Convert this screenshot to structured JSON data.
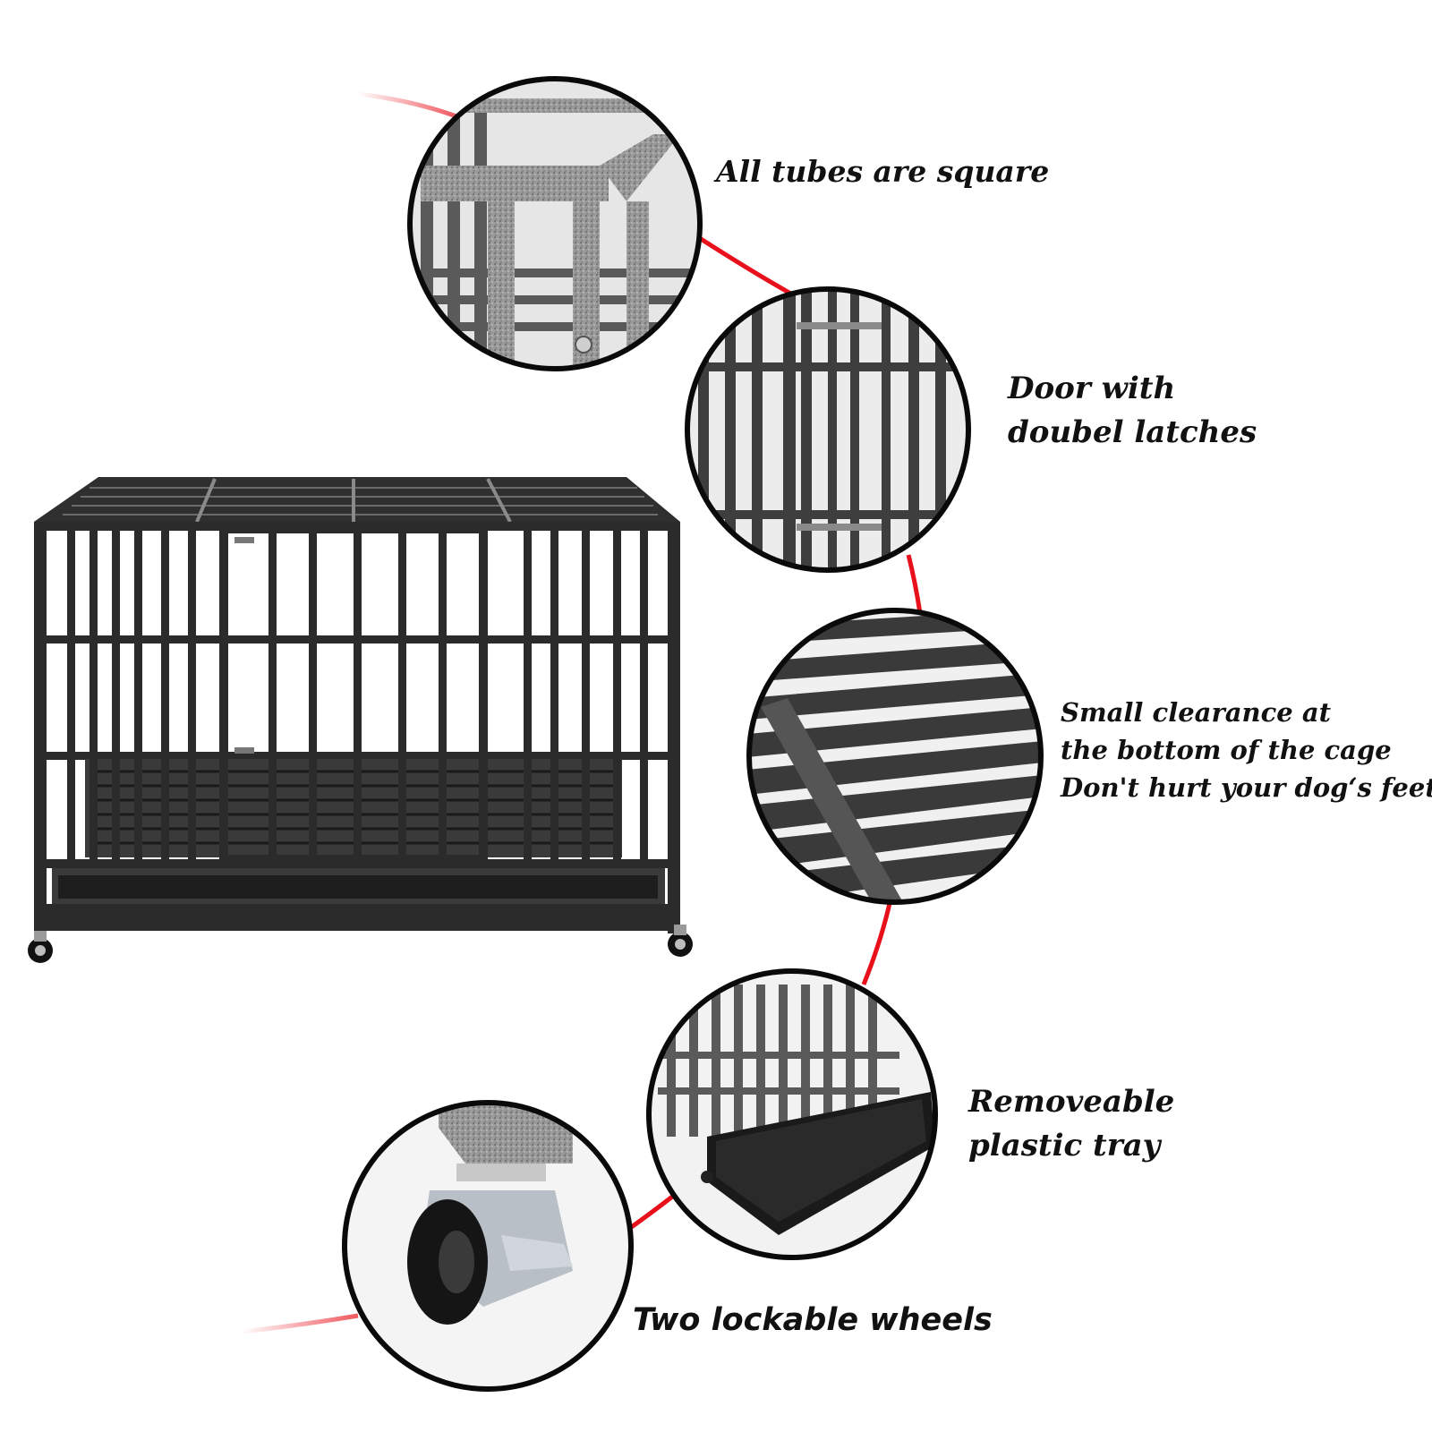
{
  "captions": {
    "tubes": "All tubes are square",
    "door_line1": "Door with",
    "door_line2": "doubel latches",
    "floor_line1": "Small clearance at",
    "floor_line2": "the bottom of  the cage",
    "floor_line3": "Don't hurt your dog‘s feet",
    "tray_line1": "Removeable",
    "tray_line2": "plastic tray",
    "wheels": "Two lockable wheels"
  },
  "colors": {
    "background": "#ffffff",
    "frame": "#2b2b2b",
    "connector": "#e8101a",
    "circle_border": "#0a0a0a"
  }
}
